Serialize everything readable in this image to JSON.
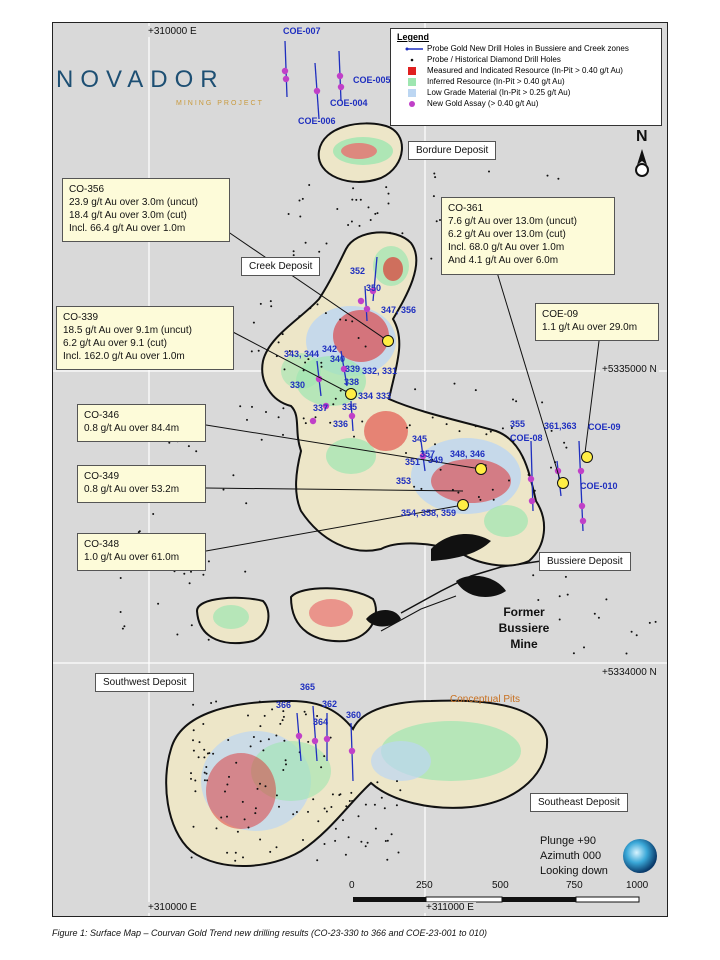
{
  "caption": "Figure 1: Surface Map – Courvan Gold Trend new drilling results (CO-23-330 to 366 and COE-23-001 to 010)",
  "logo": {
    "name": "NOVADOR",
    "subtitle": "MINING PROJECT"
  },
  "legend": {
    "title": "Legend",
    "items": [
      "Probe Gold New Drill Holes in Bussiere and Creek zones",
      "Probe / Historical Diamond Drill Holes",
      "Measured and Indicated Resource (In-Pit > 0.40 g/t Au)",
      "Inferred Resource (In-Pit > 0.40 g/t Au)",
      "Low Grade Material (In-Pit > 0.25 g/t Au)",
      "New Gold Assay (> 0.40 g/t Au)"
    ],
    "colors": {
      "drill": "#1f2fbf",
      "historical": "#111111",
      "measured": "#e02020",
      "inferred": "#9ee6b0",
      "lowgrade": "#bcd6f2",
      "assay": "#c040c8"
    }
  },
  "north": "N",
  "grid_labels": {
    "e_top": "+310000 E",
    "n_5335000": "+5335000 N",
    "n_5334000": "+5334000 N",
    "e_bottom_left": "+310000 E",
    "e_bottom_right": "+311000 E"
  },
  "deposits": {
    "bordure": "Bordure Deposit",
    "creek": "Creek Deposit",
    "bussiere": "Bussiere Deposit",
    "southwest": "Southwest Deposit",
    "southeast": "Southeast Deposit"
  },
  "mine_label": [
    "Former Bussiere",
    "Mine"
  ],
  "conceptual_pits": "Conceptual Pits",
  "callouts": {
    "co356": [
      "CO-356",
      "23.9 g/t Au over 3.0m (uncut)",
      "18.4 g/t Au over 3.0m (cut)",
      "Incl. 66.4 g/t Au over 1.0m"
    ],
    "co361": [
      "CO-361",
      "7.6 g/t Au over 13.0m (uncut)",
      "6.2 g/t Au over 13.0m (cut)",
      "Incl. 68.0 g/t Au over 1.0m",
      "And 4.1 g/t Au over 6.0m"
    ],
    "co339": [
      "CO-339",
      "18.5 g/t Au over 9.1m (uncut)",
      "6.2 g/t Au over 9.1 (cut)",
      "Incl. 162.0 g/t Au over 1.0m"
    ],
    "coe09": [
      "COE-09",
      "1.1 g/t Au over 29.0m"
    ],
    "co346": [
      "CO-346",
      "0.8 g/t Au over 84.4m"
    ],
    "co349": [
      "CO-349",
      "0.8 g/t Au over 53.2m"
    ],
    "co348": [
      "CO-348",
      "1.0 g/t Au over 61.0m"
    ]
  },
  "hole_labels": {
    "coe007": "COE-007",
    "coe005": "COE-005",
    "coe004": "COE-004",
    "coe006": "COE-006",
    "h352": "352",
    "h350": "350",
    "h347_356": "347, 356",
    "h342": "342",
    "h343_344": "343, 344",
    "h340": "340",
    "h339": "339",
    "h332_331": "332, 331",
    "h338": "338",
    "h330": "330",
    "h334": "334",
    "h335": "335",
    "h333": "333",
    "h337": "337",
    "h336": "336",
    "h345": "345",
    "h357": "357",
    "h348_346": "348, 346",
    "h351": "351",
    "h349": "349",
    "h353": "353",
    "h354_358_359": "354, 358, 359",
    "h355": "355",
    "coe008": "COE-08",
    "h361_363": "361,363",
    "coe09": "COE-09",
    "coe010": "COE-010",
    "h365": "365",
    "h366": "366",
    "h362": "362",
    "h364": "364",
    "h360": "360"
  },
  "view_info": [
    "Plunge +90",
    "Azimuth 000",
    "Looking down"
  ],
  "scale": {
    "ticks": [
      "0",
      "250",
      "500",
      "750",
      "1000"
    ]
  }
}
